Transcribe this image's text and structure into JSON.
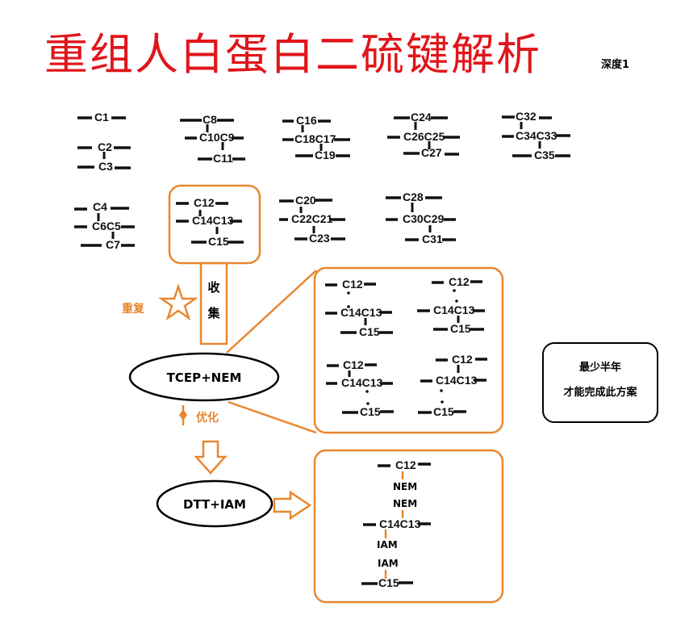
{
  "header": {
    "title": "重组人白蛋白二硫键解析",
    "depth_label": "深度1"
  },
  "colors": {
    "title": "#e0161b",
    "accent": "#e8872f",
    "ink": "#111111"
  },
  "groups": [
    {
      "id": "g1",
      "labels": [
        "C1",
        "C2",
        "C3"
      ]
    },
    {
      "id": "g2",
      "labels": [
        "C8",
        "C10C9",
        "C11"
      ]
    },
    {
      "id": "g3",
      "labels": [
        "C16",
        "C18C17",
        "C19"
      ]
    },
    {
      "id": "g4",
      "labels": [
        "C24",
        "C26C25",
        "C27"
      ]
    },
    {
      "id": "g5",
      "labels": [
        "C32",
        "C34C33",
        "C35"
      ]
    },
    {
      "id": "g6",
      "labels": [
        "C4",
        "C6C5",
        "C7"
      ]
    },
    {
      "id": "g7",
      "labels": [
        "C12",
        "C14C13",
        "C15"
      ]
    },
    {
      "id": "g8",
      "labels": [
        "C20",
        "C22C21",
        "C23"
      ]
    },
    {
      "id": "g9",
      "labels": [
        "C28",
        "C30C29",
        "C31"
      ]
    }
  ],
  "flow": {
    "collect_label": [
      "收",
      "集"
    ],
    "repeat_label": "重复",
    "optimize_label": "优化",
    "step1": "TCEP+NEM",
    "step2": "DTT+IAM"
  },
  "isomers": [
    {
      "labels": [
        "C12",
        "C14C13",
        "C15"
      ]
    },
    {
      "labels": [
        "C12",
        "C14C13",
        "C15"
      ]
    },
    {
      "labels": [
        "C12",
        "C14C13",
        "C15"
      ]
    },
    {
      "labels": [
        "C12",
        "C14C13",
        "C15"
      ]
    }
  ],
  "final": {
    "labels": [
      "C12",
      "C14C13",
      "C15"
    ],
    "reagents": [
      "NEM",
      "NEM",
      "IAM",
      "IAM"
    ]
  },
  "note": {
    "line1": "最少半年",
    "line2": "才能完成此方案"
  }
}
